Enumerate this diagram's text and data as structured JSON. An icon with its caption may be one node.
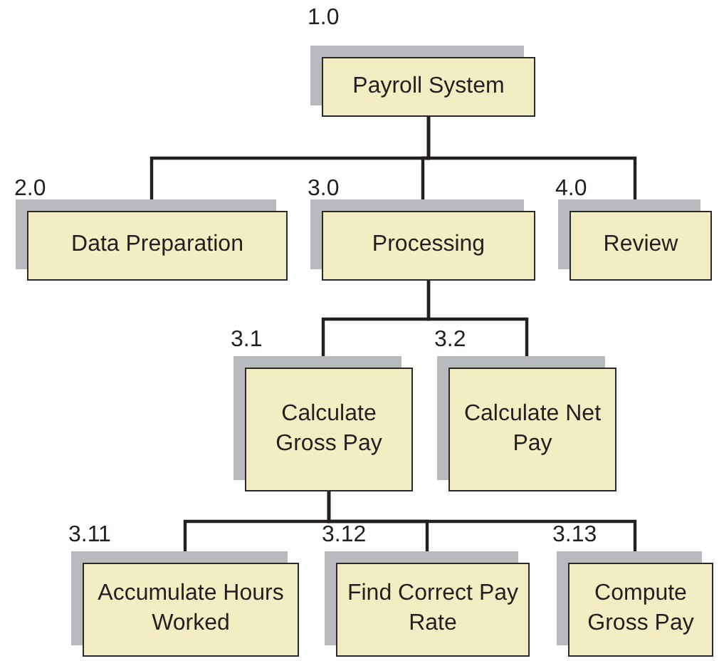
{
  "diagram": {
    "nodes": [
      {
        "text": [
          "Payroll System"
        ],
        "beside": [
          "1.0"
        ]
      },
      {
        "text": [
          "Data Preparation"
        ],
        "beside": [
          "2.0"
        ]
      },
      {
        "text": [
          "Processing"
        ],
        "beside": [
          "3.0"
        ]
      },
      {
        "text": [
          "Review"
        ],
        "beside": [
          "4.0"
        ]
      },
      {
        "text": [
          "Calculate Gross Pay"
        ],
        "beside": [
          "3.1"
        ]
      },
      {
        "text": [
          "Calculate Net Pay"
        ],
        "beside": [
          "3.2"
        ]
      },
      {
        "text": [
          "Accumulate Hours Worked"
        ],
        "beside": [
          "3.11"
        ]
      },
      {
        "text": [
          "Find Correct Pay Rate"
        ],
        "beside": [
          "3.12"
        ]
      },
      {
        "text": [
          "Compute Gross Pay"
        ],
        "beside": [
          "3.13"
        ]
      }
    ],
    "edges": [
      {
        "from": 0,
        "to": 1,
        "arrow": "none"
      },
      {
        "from": 0,
        "to": 2,
        "arrow": "none"
      },
      {
        "from": 0,
        "to": 3,
        "arrow": "none"
      },
      {
        "from": 2,
        "to": 4,
        "arrow": "none"
      },
      {
        "from": 2,
        "to": 5,
        "arrow": "none"
      },
      {
        "from": 4,
        "to": 6,
        "arrow": "none"
      },
      {
        "from": 4,
        "to": 7,
        "arrow": "none"
      },
      {
        "from": 4,
        "to": 8,
        "arrow": "none"
      }
    ]
  }
}
